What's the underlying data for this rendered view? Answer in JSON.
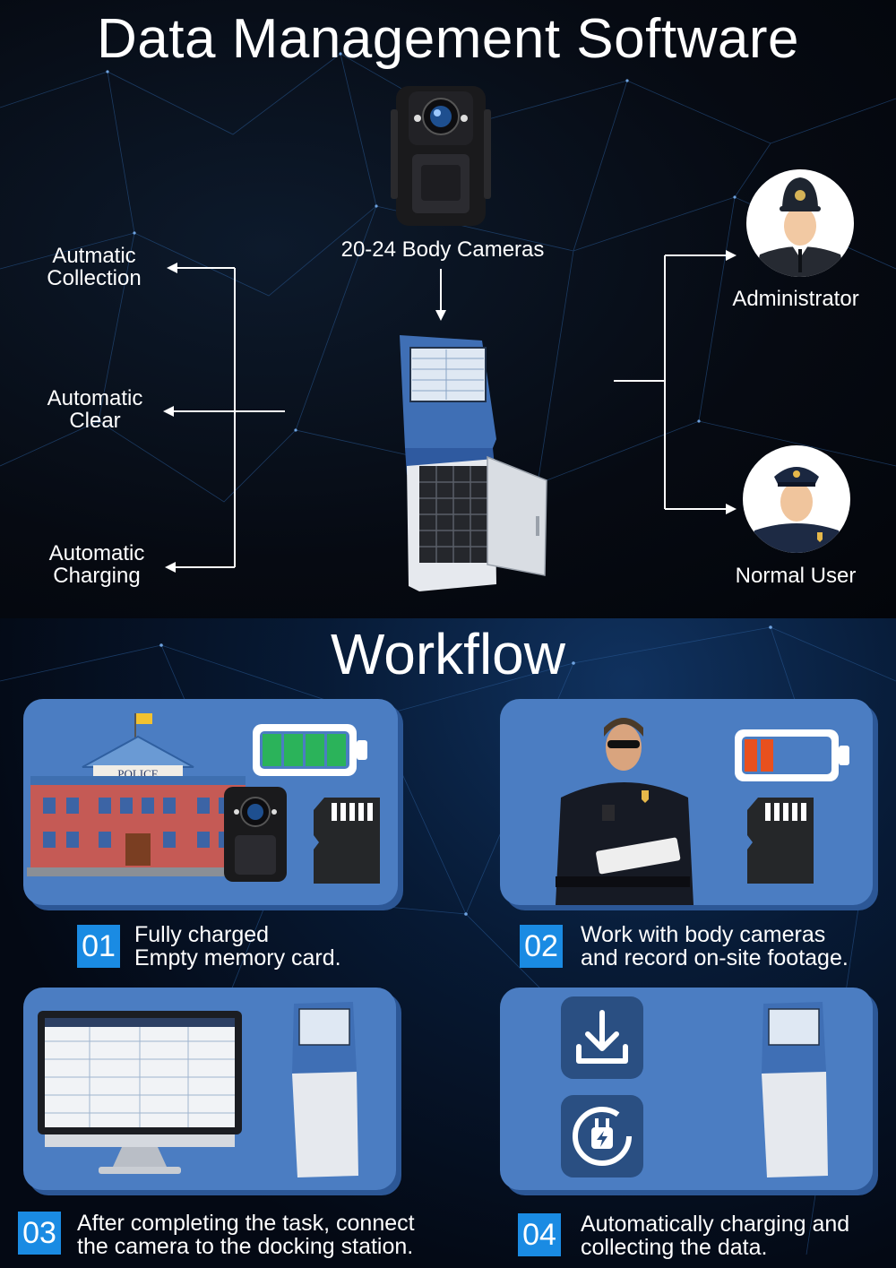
{
  "header": {
    "title": "Data Management Software"
  },
  "diagram": {
    "camera_label": "20-24 Body Cameras",
    "left_items": [
      {
        "label_l1": "Autmatic",
        "label_l2": "Collection"
      },
      {
        "label_l1": "Automatic",
        "label_l2": "Clear"
      },
      {
        "label_l1": "Automatic",
        "label_l2": "Charging"
      }
    ],
    "right_items": [
      {
        "label": "Administrator"
      },
      {
        "label": "Normal User"
      }
    ]
  },
  "workflow": {
    "title": "Workflow",
    "steps": [
      {
        "num": "01",
        "line1": "Fully charged",
        "line2": "Empty memory card."
      },
      {
        "num": "02",
        "line1": "Work with body cameras",
        "line2": "and record on-site footage."
      },
      {
        "num": "03",
        "line1": "After completing the task, connect",
        "line2": "the camera to the docking station."
      },
      {
        "num": "04",
        "line1": "Automatically charging and",
        "line2": "collecting the data."
      }
    ],
    "police_sign": "POLICE"
  },
  "colors": {
    "card": "#4b7dc2",
    "badge": "#1a8be3",
    "battery_full": "#2bb35a",
    "battery_low": "#e8501e"
  }
}
